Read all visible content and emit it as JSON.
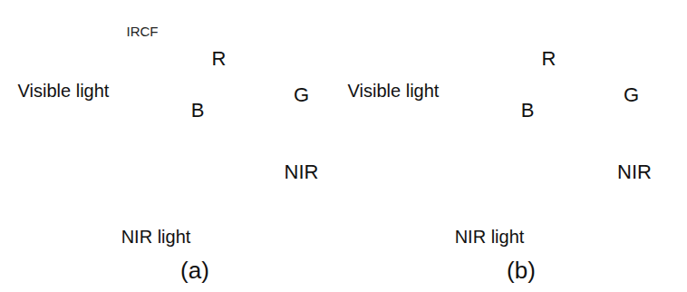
{
  "diagram": {
    "nodes": [
      {
        "text": [
          "IRCF"
        ]
      },
      {
        "text": [
          "R"
        ]
      },
      {
        "text": [
          "G"
        ]
      },
      {
        "text": [
          "B"
        ]
      },
      {
        "text": [
          "NIR"
        ]
      },
      {
        "text": [
          "R"
        ]
      },
      {
        "text": [
          "G"
        ]
      },
      {
        "text": [
          "B"
        ]
      },
      {
        "text": [
          "NIR"
        ]
      }
    ],
    "labels": [
      "Visible light",
      "NIR light",
      "(a)",
      "Visible light",
      "NIR light",
      "(b)"
    ]
  }
}
